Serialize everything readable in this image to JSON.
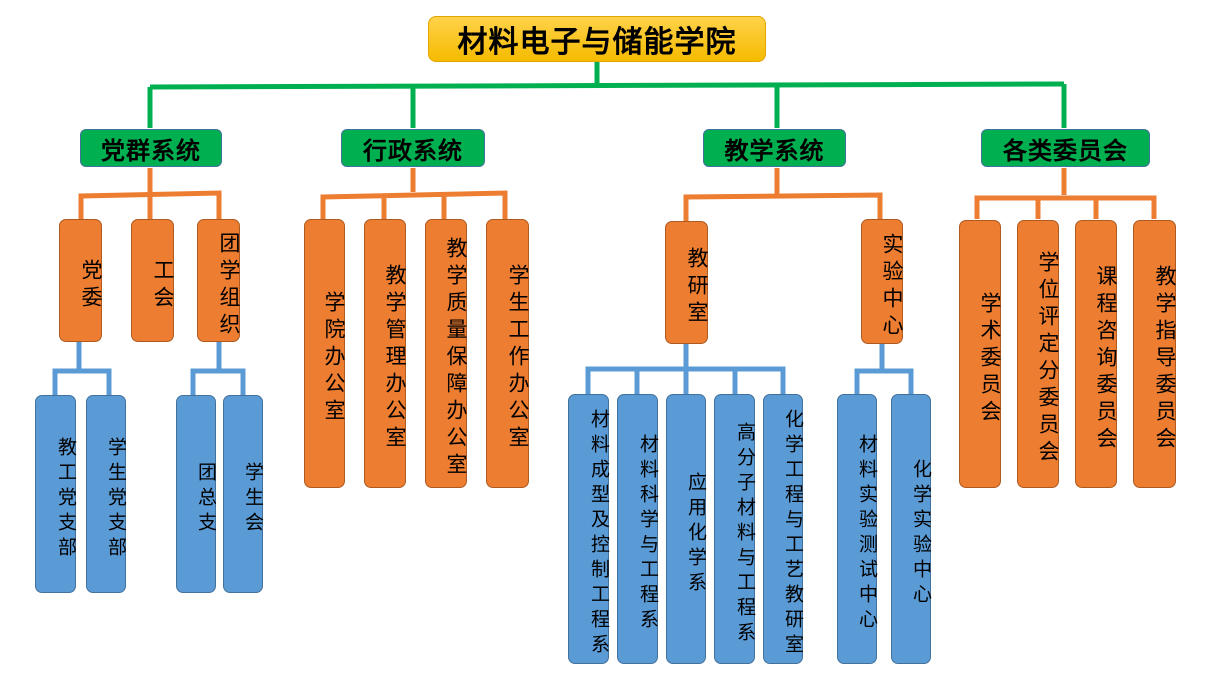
{
  "colors": {
    "root_fill": "#ffc000",
    "system_fill": "#00b050",
    "orange_fill": "#ed7d31",
    "blue_fill": "#5b9bd5",
    "green_line": "#00b050",
    "orange_line": "#ed7d31",
    "blue_line": "#5b9bd5"
  },
  "root": {
    "label": "材料电子与储能学院"
  },
  "systems": [
    {
      "label": "党群系统",
      "units": [
        {
          "label": "党委",
          "subunits": [
            {
              "label": "教工党支部"
            },
            {
              "label": "学生党支部"
            }
          ]
        },
        {
          "label": "工会",
          "subunits": []
        },
        {
          "label": "团学组织",
          "subunits": [
            {
              "label": "团总支"
            },
            {
              "label": "学生会"
            }
          ]
        }
      ]
    },
    {
      "label": "行政系统",
      "units": [
        {
          "label": "学院办公室"
        },
        {
          "label": "教学管理办公室"
        },
        {
          "label": "教学质量保障办公室"
        },
        {
          "label": "学生工作办公室"
        }
      ]
    },
    {
      "label": "教学系统",
      "units": [
        {
          "label": "教研室",
          "subunits": [
            {
              "label": "材料成型及控制工程系"
            },
            {
              "label": "材料科学与工程系"
            },
            {
              "label": "应用化学系"
            },
            {
              "label": "高分子材料与工程系"
            },
            {
              "label": "化学工程与工艺教研室"
            }
          ]
        },
        {
          "label": "实验中心",
          "subunits": [
            {
              "label": "材料实验测试中心"
            },
            {
              "label": "化学实验中心"
            }
          ]
        }
      ]
    },
    {
      "label": "各类委员会",
      "units": [
        {
          "label": "学术委员会"
        },
        {
          "label": "学位评定分委员会"
        },
        {
          "label": "课程咨询委员会"
        },
        {
          "label": "教学指导委员会"
        }
      ]
    }
  ]
}
